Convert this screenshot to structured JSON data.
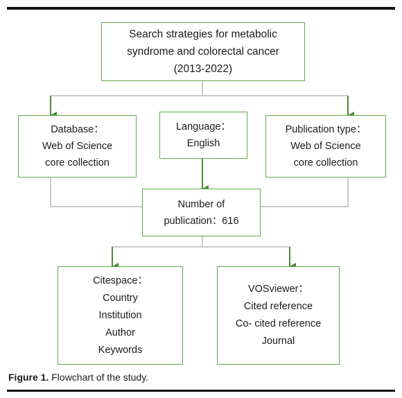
{
  "boxes": {
    "search": [
      "Search strategies for metabolic",
      "syndrome and colorectal cancer",
      "(2013-2022)"
    ],
    "database": [
      "Database：",
      "Web of Science",
      "core collection"
    ],
    "language": [
      "Language：",
      "English"
    ],
    "pubtype": [
      "Publication type：",
      "Web of Science",
      "core collection"
    ],
    "number": [
      "Number of",
      "publication：616"
    ],
    "citespace": [
      "Citespace：",
      "Country",
      "Institution",
      "Author",
      "Keywords"
    ],
    "vosviewer": [
      "VOSviewer：",
      "Cited reference",
      "Co- cited reference",
      "Journal"
    ]
  },
  "caption": {
    "label": "Figure 1.",
    "text": "Flowchart of the study."
  },
  "colors": {
    "border": "#5ea945",
    "connector": "#b8b8b8",
    "arrow": "#4a8a34",
    "rule": "#111111"
  }
}
